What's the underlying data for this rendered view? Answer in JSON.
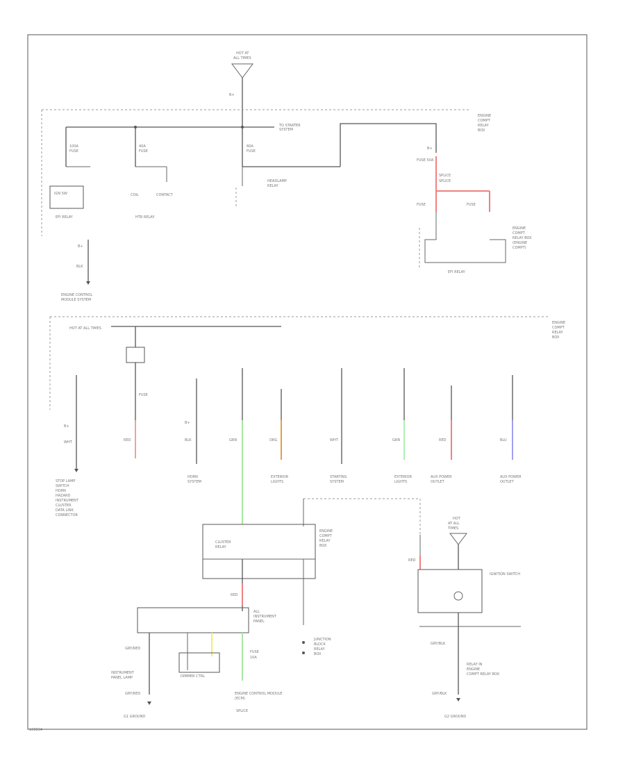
{
  "diagram": {
    "figure_id": "100834",
    "battery_label": "HOT AT ALL TIMES",
    "ignition_label": "IGNITION SWITCH",
    "colors": {
      "red": "#f08080",
      "green": "#a8e6a0",
      "orange": "#e0a040",
      "pink": "#f0a0a0",
      "blue": "#a0a0f0",
      "yellow": "#f0f060",
      "lightgreen": "#b0f0b0"
    }
  }
}
